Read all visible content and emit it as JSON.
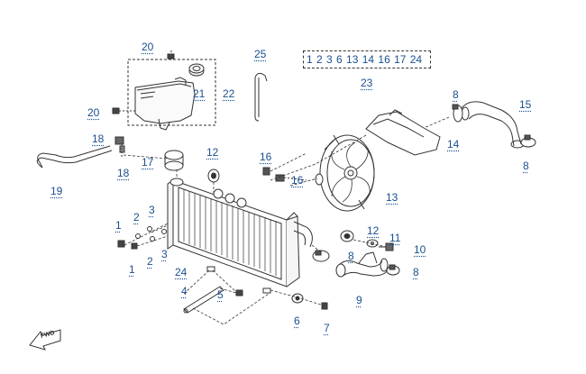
{
  "diagram": {
    "parts": {
      "p1a": "1",
      "p1b": "1",
      "p2a": "2",
      "p2b": "2",
      "p3a": "3",
      "p3b": "3",
      "p4": "4",
      "p5": "5",
      "p6": "6",
      "p7": "7",
      "p8a": "8",
      "p8b": "8",
      "p8c": "8",
      "p8d": "8",
      "p9": "9",
      "p10": "10",
      "p11": "11",
      "p12a": "12",
      "p12b": "12",
      "p13": "13",
      "p14": "14",
      "p15": "15",
      "p16a": "16",
      "p16b": "16",
      "p17": "17",
      "p18a": "18",
      "p18b": "18",
      "p19": "19",
      "p20a": "20",
      "p20b": "20",
      "p21": "21",
      "p22": "22",
      "p23": "23",
      "p24a": "24",
      "p25": "25"
    },
    "group_23_list": "1 2 3 6 13 14 16 17 24",
    "fwd_label": "FWD",
    "colors": {
      "callout": "#1a4f8f",
      "line": "#333333"
    }
  }
}
